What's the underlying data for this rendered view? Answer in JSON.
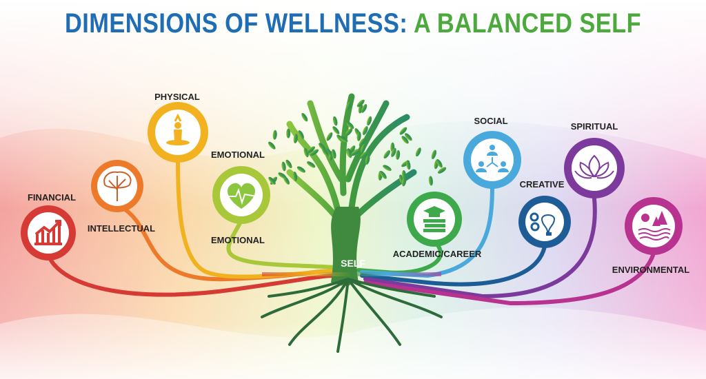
{
  "title": {
    "part1": "DIMENSIONS OF WELLNESS:",
    "part2": "A BALANCED SELF"
  },
  "center": {
    "label": "SELF"
  },
  "dimensions": [
    {
      "label": "FINANCIAL",
      "icon": "rising-chart-icon",
      "color": "#d63a34"
    },
    {
      "label": "INTELLECTUAL",
      "icon": "brain-tree-icon",
      "color": "#ec7a2a"
    },
    {
      "label": "PHYSICAL",
      "icon": "yoga-pose-icon",
      "color": "#f2b21f"
    },
    {
      "label": "EMOTIONAL",
      "icon": "heartbeat-icon",
      "color": "#a8c83a"
    },
    {
      "label": "EMOTIONAL",
      "icon": "heartbeat-icon",
      "color": "#a8c83a"
    },
    {
      "label": "ACADEMIC/CAREER",
      "icon": "graduation-books-icon",
      "color": "#3da94a"
    },
    {
      "label": "SOCIAL",
      "icon": "people-network-icon",
      "color": "#4aa9dc"
    },
    {
      "label": "CREATIVE",
      "icon": "lightbulb-gears-icon",
      "color": "#1d5c95"
    },
    {
      "label": "SPIRITUAL",
      "icon": "lotus-icon",
      "color": "#7b3a9c"
    },
    {
      "label": "ENVIRONMENTAL",
      "icon": "nature-icon",
      "color": "#b8338f"
    }
  ],
  "colors": {
    "title_blue": "#1f6db3",
    "title_green": "#4caa3c",
    "tree": "#3f9a3f"
  }
}
